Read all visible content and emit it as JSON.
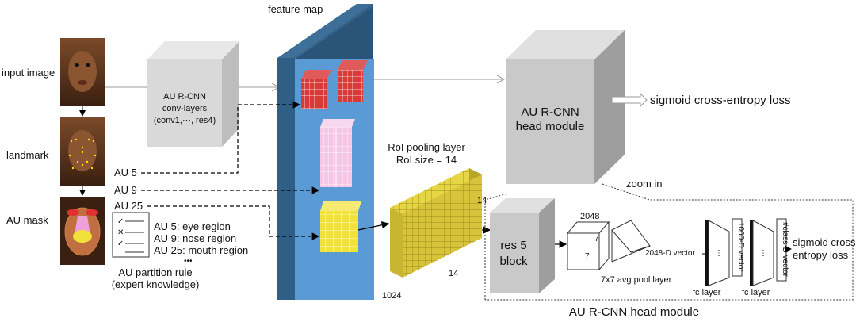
{
  "labels": {
    "input_image": "input image",
    "landmark": "landmark",
    "au_mask": "AU mask",
    "feature_map": "feature map",
    "conv_line1": "AU R-CNN",
    "conv_line2": "conv-layers",
    "conv_line3": "(conv1,⋯, res4)",
    "au5": "AU 5",
    "au9": "AU 9",
    "au25": "AU 25",
    "rule1": "AU 5: eye region",
    "rule2": "AU 9: nose region",
    "rule3": "AU 25: mouth region",
    "rule_more": "•••",
    "partition1": "AU partition rule",
    "partition2": "(expert knowledge)",
    "roi1": "RoI pooling layer",
    "roi2": "RoI size = 14",
    "dim14_right": "14",
    "dim14_bottom": "14",
    "dim1024": "1024",
    "head1": "AU R-CNN",
    "head2": "head module",
    "loss_top": "sigmoid cross-entropy loss",
    "zoom": "zoom in",
    "res5_1": "res 5",
    "res5_2": "block",
    "d2048": "2048",
    "d7a": "7",
    "d7b": "7",
    "vec2048": "2048-D vector",
    "avgpool": "7x7 avg pool layer",
    "fc1": "fc layer",
    "fc2": "fc layer",
    "vec1000": "1000-D vector",
    "vecclass": "#class-D vector",
    "loss_bot1": "sigmoid cross-",
    "loss_bot2": "entropy loss",
    "head_bottom": "AU R-CNN head module"
  },
  "colors": {
    "feature_map_front": "#5b9bd5",
    "feature_map_side": "#2f5f86",
    "red_block": "#d83a3a",
    "pink_block": "#f5c6e6",
    "yellow_block": "#f2e13a",
    "roi_front": "#d8c43a",
    "gray_box": "#c9c9c9"
  }
}
